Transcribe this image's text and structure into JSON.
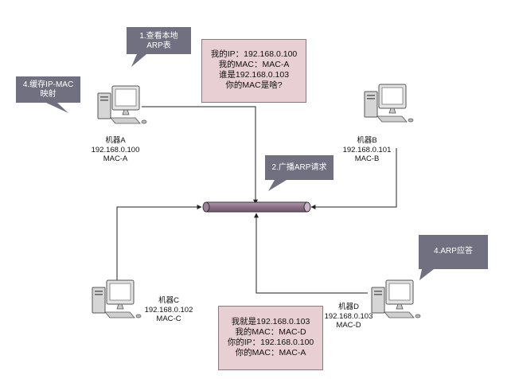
{
  "callouts": {
    "query_table": [
      "1.查看本地",
      "ARP表"
    ],
    "cache_mapping": [
      "4.缓存IP-MAC",
      "映射"
    ],
    "broadcast": "2.广播ARP请求",
    "reply": "4.ARP应答"
  },
  "request_note": [
    "我的IP：192.168.0.100",
    "我的MAC：MAC-A",
    "谁是192.168.0.103",
    "你的MAC是啥?"
  ],
  "reply_note": [
    "我就是192.168.0.103",
    "我的MAC：MAC-D",
    "你的IP：192.168.0.100",
    "你的MAC：MAC-A"
  ],
  "machines": {
    "a": {
      "name": "机器A",
      "ip": "192.168.0.100",
      "mac": "MAC-A"
    },
    "b": {
      "name": "机器B",
      "ip": "192.168.0.101",
      "mac": "MAC-B"
    },
    "c": {
      "name": "机器C",
      "ip": "192.168.0.102",
      "mac": "MAC-C"
    },
    "d": {
      "name": "机器D",
      "ip": "192.168.0.103",
      "mac": "MAC-D"
    }
  },
  "colors": {
    "callout": "#707080",
    "note": "#e8cfd3",
    "bus": "#8a6f86"
  }
}
